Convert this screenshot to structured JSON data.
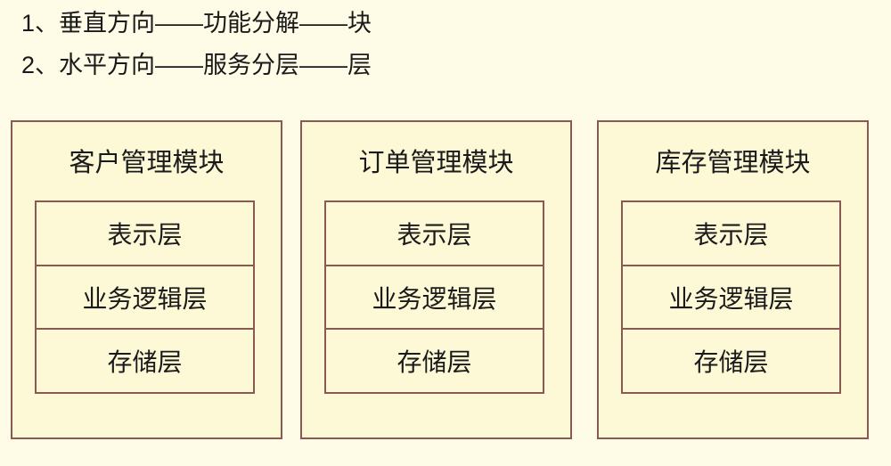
{
  "heading_lines": [
    "1、垂直方向——功能分解——块",
    "2、水平方向——服务分层——层"
  ],
  "modules": [
    {
      "title": "客户管理模块",
      "layers": [
        "表示层",
        "业务逻辑层",
        "存储层"
      ]
    },
    {
      "title": "订单管理模块",
      "layers": [
        "表示层",
        "业务逻辑层",
        "存储层"
      ]
    },
    {
      "title": "库存管理模块",
      "layers": [
        "表示层",
        "业务逻辑层",
        "存储层"
      ]
    }
  ],
  "colors": {
    "background": "#fefbe6",
    "box_fill": "#fdf8d6",
    "border": "#8a5a52"
  }
}
